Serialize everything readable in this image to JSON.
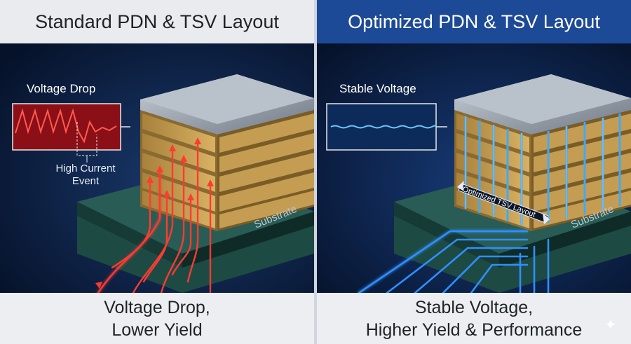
{
  "left": {
    "title": "Standard PDN & TSV Layout",
    "inset_label": "Voltage Drop",
    "event_label_line1": "High Current",
    "event_label_line2": "Event",
    "substrate_label": "Substrate",
    "caption_line1": "Voltage Drop,",
    "caption_line2": "Lower Yield",
    "accent": "#ff3b30"
  },
  "right": {
    "title": "Optimized PDN & TSV Layout",
    "inset_label": "Stable Voltage",
    "tsv_label": "Optimized TSV Layout",
    "substrate_label": "Substrate",
    "caption_line1": "Stable Voltage,",
    "caption_line2": "Higher Yield & Performance",
    "accent": "#3fa9ff"
  },
  "icons": {
    "corner": "sparkle-icon"
  }
}
